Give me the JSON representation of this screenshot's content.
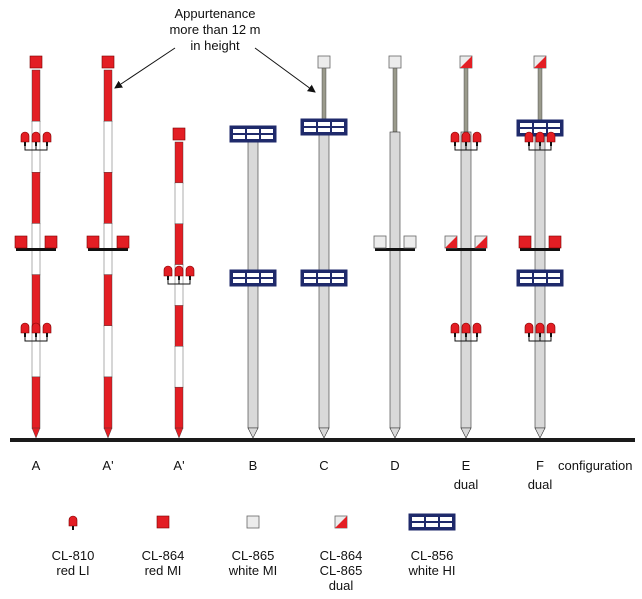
{
  "annotation": {
    "lines": [
      "Appurtenance",
      "more than 12 m",
      "in height"
    ]
  },
  "masts": [
    {
      "label": "A",
      "sub": "",
      "paint": "red-white",
      "tip": "red-mi",
      "tiers": [
        [
          "l",
          "red-li"
        ],
        [
          "m",
          "red-mi"
        ],
        [
          "l",
          "red-li"
        ]
      ]
    },
    {
      "label": "A'",
      "sub": "",
      "paint": "red-white",
      "tip": "red-mi",
      "tiers": [
        [
          "m",
          "red-mi"
        ]
      ]
    },
    {
      "label": "A'",
      "sub": "",
      "paint": "red-white",
      "tip": "red-mi",
      "tiers": [
        [
          "l",
          "red-li"
        ]
      ]
    },
    {
      "label": "B",
      "sub": "",
      "paint": "gray",
      "tip": "white-hi",
      "tiers": [
        [
          "h",
          "white-hi"
        ]
      ]
    },
    {
      "label": "C",
      "sub": "",
      "paint": "gray",
      "tip": "white-mi",
      "tiers": [
        [
          "h",
          "white-hi"
        ],
        [
          "h",
          "white-hi"
        ]
      ]
    },
    {
      "label": "D",
      "sub": "",
      "paint": "gray",
      "tip": "white-mi",
      "tiers": [
        [
          "m",
          "white-mi"
        ]
      ]
    },
    {
      "label": "E",
      "sub": "dual",
      "paint": "gray",
      "tip": "dual",
      "tiers": [
        [
          "l",
          "red-li"
        ],
        [
          "m",
          "dual"
        ],
        [
          "l",
          "red-li"
        ]
      ]
    },
    {
      "label": "F",
      "sub": "dual",
      "paint": "gray",
      "tip": "dual",
      "tiers": [
        [
          "h",
          "white-hi"
        ],
        [
          "l",
          "red-li"
        ],
        [
          "m",
          "red-mi"
        ],
        [
          "h",
          "white-hi"
        ],
        [
          "l",
          "red-li"
        ]
      ]
    }
  ],
  "configuration_label": "configuration",
  "legend": [
    {
      "icon": "red-li",
      "lines": [
        "CL-810",
        "red LI"
      ]
    },
    {
      "icon": "red-mi",
      "lines": [
        "CL-864",
        "red MI"
      ]
    },
    {
      "icon": "white-mi",
      "lines": [
        "CL-865",
        "white MI"
      ]
    },
    {
      "icon": "dual",
      "lines": [
        "CL-864",
        "CL-865",
        "dual"
      ]
    },
    {
      "icon": "white-hi",
      "lines": [
        "CL-856",
        "white HI"
      ]
    }
  ],
  "colors": {
    "red": "#e31e24",
    "white": "#ffffff",
    "gray": "#d9d9d9",
    "navy": "#1f2a6b",
    "pole": "#9a9a8c",
    "ground": "#1a1a1a",
    "outline": "#333333"
  }
}
